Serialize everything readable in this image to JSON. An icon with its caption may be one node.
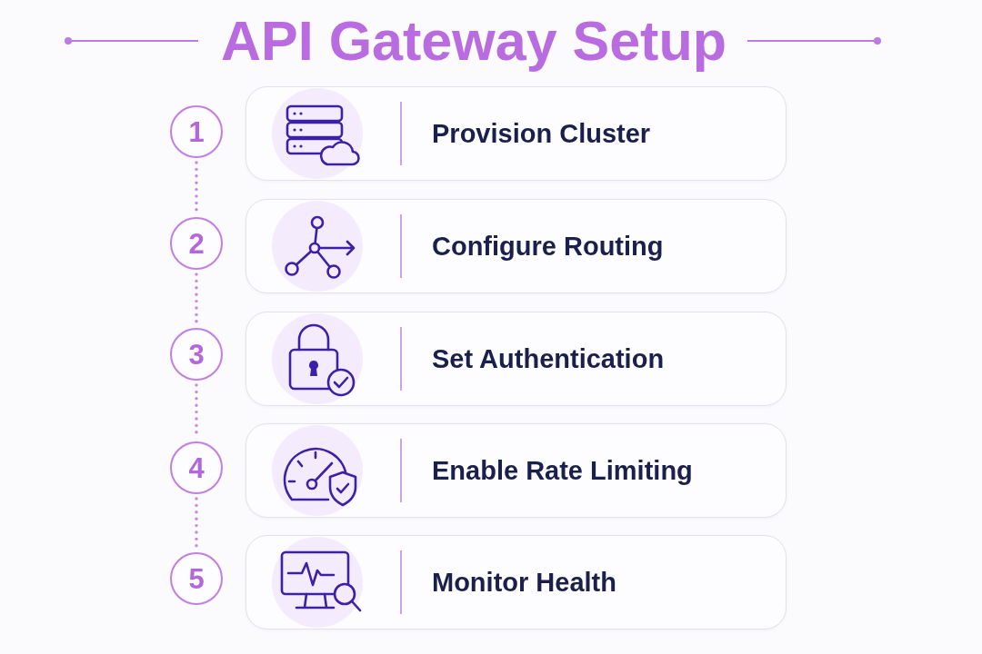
{
  "diagram": {
    "title": "API Gateway Setup",
    "nodes": [
      {
        "text": [
          "1"
        ]
      },
      {
        "text": [
          "Provision Cluster"
        ]
      },
      {
        "text": [
          "2"
        ]
      },
      {
        "text": [
          "Configure Routing"
        ]
      },
      {
        "text": [
          "3"
        ]
      },
      {
        "text": [
          "Set Authentication"
        ]
      },
      {
        "text": [
          "4"
        ]
      },
      {
        "text": [
          "Enable Rate Limiting"
        ]
      },
      {
        "text": [
          "5"
        ]
      },
      {
        "text": [
          "Monitor Health"
        ]
      }
    ],
    "edges": [
      {
        "from": 0,
        "to": 2,
        "arrow": "none",
        "style": "dashed"
      },
      {
        "from": 2,
        "to": 4,
        "arrow": "none",
        "style": "dashed"
      },
      {
        "from": 4,
        "to": 6,
        "arrow": "none",
        "style": "dashed"
      },
      {
        "from": 6,
        "to": 8,
        "arrow": "none",
        "style": "dashed"
      }
    ]
  }
}
